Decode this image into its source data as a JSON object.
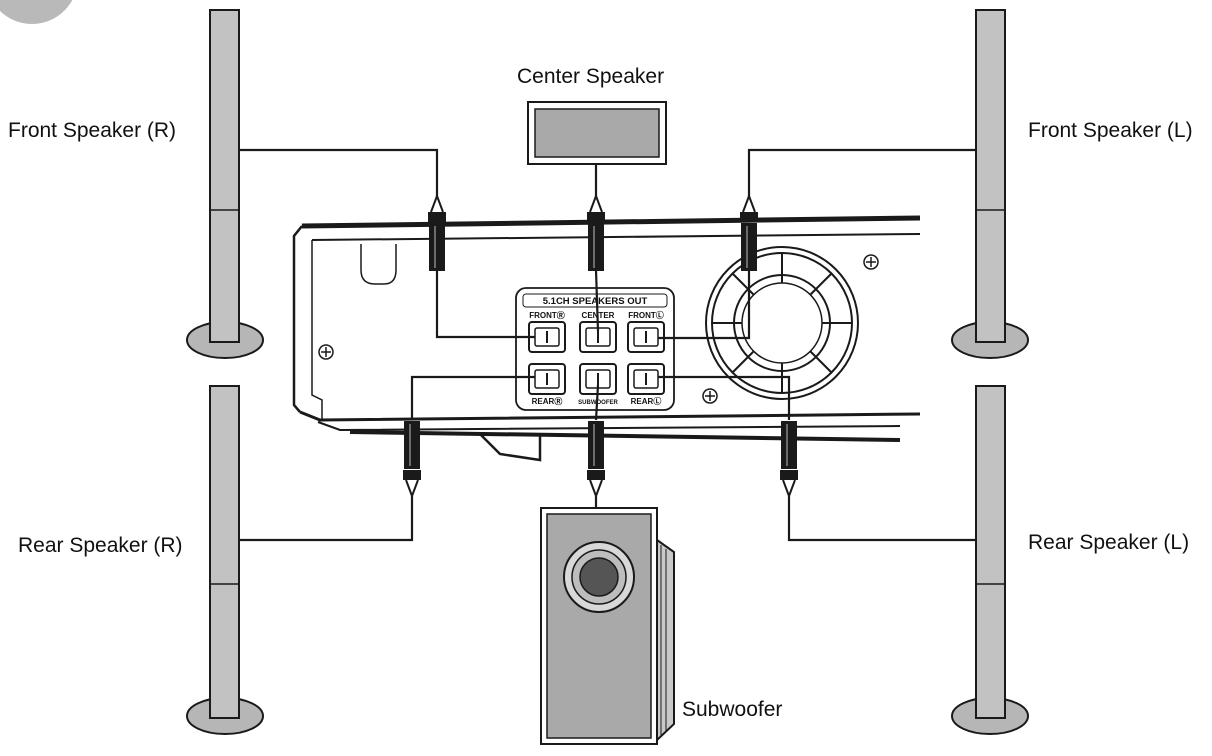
{
  "labels": {
    "front_right": "Front Speaker (R)",
    "front_left": "Front Speaker (L)",
    "center": "Center Speaker",
    "rear_right": "Rear Speaker (R)",
    "rear_left": "Rear Speaker (L)",
    "subwoofer": "Subwoofer"
  },
  "panel": {
    "title": "5.1CH SPEAKERS OUT",
    "front_r": "FRONTⓇ",
    "center": "CENTER",
    "front_l": "FRONTⓁ",
    "rear_r": "REARⓇ",
    "subwoofer": "SUBWOOFER",
    "rear_l": "REARⓁ"
  },
  "colors": {
    "speaker_fill": "#c2c2c2",
    "base_fill": "#b6b6b6",
    "line": "#1a1a1a",
    "badge": "#b9b9b9"
  }
}
